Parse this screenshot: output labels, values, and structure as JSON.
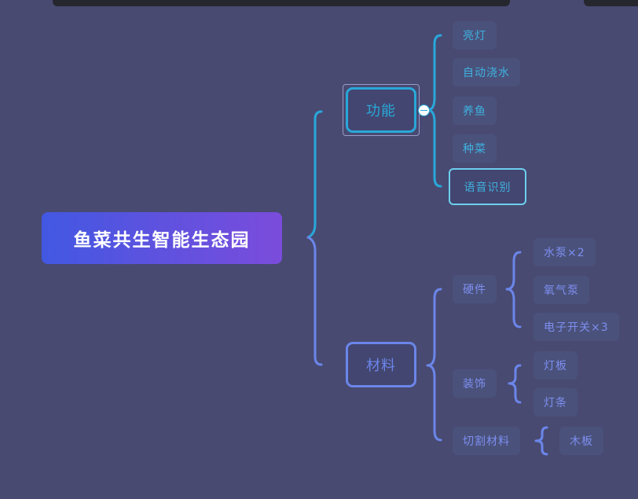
{
  "root": {
    "label": "鱼菜共生智能生态园"
  },
  "branches": [
    {
      "label": "功能",
      "color": "#29a8d9",
      "children": [
        "亮灯",
        "自动浇水",
        "养鱼",
        "种菜",
        "语音识别"
      ]
    },
    {
      "label": "材料",
      "color": "#6b86ea",
      "children": [
        {
          "label": "硬件",
          "children": [
            "水泵×2",
            "氧气泵",
            "电子开关×3"
          ]
        },
        {
          "label": "装饰",
          "children": [
            "灯板",
            "灯条"
          ]
        },
        {
          "label": "切割材料",
          "children": [
            "木板"
          ]
        }
      ]
    }
  ]
}
